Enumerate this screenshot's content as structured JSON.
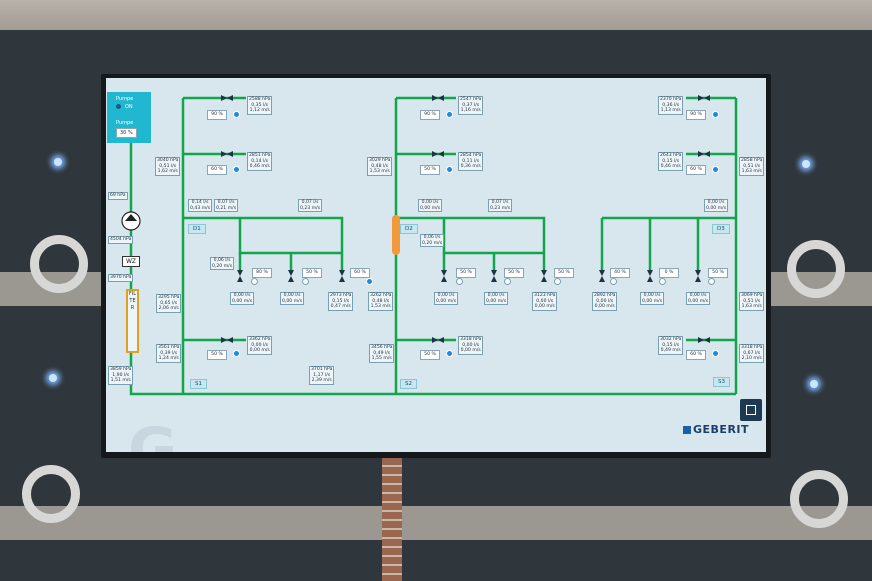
{
  "panel": {
    "pumpe_label": "Pumpe",
    "pumpe_state": "ON",
    "pumpe2_label": "Pumpe",
    "pumpe_pct": "30 %"
  },
  "left_readings": [
    "69 hPa",
    "4504 hPa",
    "3970 hPa"
  ],
  "wz_label": "WZ",
  "filter_label": "FILTER",
  "boxes": {
    "b1": [
      "2588 hPa",
      "0,35 l/s",
      "1,12 m/s"
    ],
    "b2": [
      "3040 hPa",
      "0,51 l/s",
      "1,62 m/s"
    ],
    "b3": [
      "2851 hPa",
      "0,14 l/s",
      "0,46 m/s"
    ],
    "b4": [
      "0,14 l/s",
      "0,43 m/s"
    ],
    "b5": [
      "0,07 l/s",
      "0,21 m/s"
    ],
    "b6": [
      "0,07 l/s",
      "0,23 m/s"
    ],
    "b7": [
      "0,06 l/s",
      "0,20 m/s"
    ],
    "b8": [
      "0,00 l/s",
      "0,00 m/s"
    ],
    "b9": [
      "0,00 l/s",
      "0,00 m/s"
    ],
    "b10": [
      "2973 hPa",
      "0,15 l/s",
      "0,47 m/s"
    ],
    "b11": [
      "3295 hPa",
      "0,65 l/s",
      "2,06 m/s"
    ],
    "b12": [
      "3262 hPa",
      "0,48 l/s",
      "1,53 m/s"
    ],
    "b13": [
      "3561 hPa",
      "0,39 l/s",
      "1,24 m/s"
    ],
    "b14": [
      "3362 hPa",
      "0,00 l/s",
      "0,00 m/s"
    ],
    "b15": [
      "3859 hPa",
      "1,90 l/s",
      "1,51 m/s"
    ],
    "b16": [
      "3701 hPa",
      "1,17 l/s",
      "2,39 m/s"
    ],
    "b17": [
      "3029 hPa",
      "0,48 l/s",
      "1,53 m/s"
    ],
    "b18": [
      "2547 hPa",
      "0,37 l/s",
      "1,16 m/s"
    ],
    "b19": [
      "2854 hPa",
      "0,11 l/s",
      "0,36 m/s"
    ],
    "b20": [
      "0,00 l/s",
      "0,00 m/s"
    ],
    "b21": [
      "0,07 l/s",
      "0,23 m/s"
    ],
    "b22": [
      "0,06 l/s",
      "0,20 m/s"
    ],
    "b23": [
      "0,00 l/s",
      "0,00 m/s"
    ],
    "b24": [
      "0,00 l/s",
      "0,00 m/s"
    ],
    "b25": [
      "3123 hPa",
      "0,00 l/s",
      "0,00 m/s"
    ],
    "b26": [
      "3456 hPa",
      "0,49 l/s",
      "1,55 m/s"
    ],
    "b27": [
      "3318 hPa",
      "0,00 l/s",
      "0,00 m/s"
    ],
    "b28": [
      "2370 hPa",
      "0,36 l/s",
      "1,13 m/s"
    ],
    "b29": [
      "2643 hPa",
      "0,15 l/s",
      "0,46 m/s"
    ],
    "b30": [
      "2858 hPa",
      "0,51 l/s",
      "1,63 m/s"
    ],
    "b31": [
      "0,00 l/s",
      "0,00 m/s"
    ],
    "b32": [
      "2892 hPa",
      "0,00 l/s",
      "0,00 m/s"
    ],
    "b33": [
      "0,00 l/s",
      "0,00 m/s"
    ],
    "b34": [
      "0,00 l/s",
      "0,00 m/s"
    ],
    "b35": [
      "3069 hPa",
      "0,51 l/s",
      "1,63 m/s"
    ],
    "b36": [
      "3032 hPa",
      "0,15 l/s",
      "0,49 m/s"
    ],
    "b37": [
      "3318 hPa",
      "0,67 l/s",
      "2,10 m/s"
    ]
  },
  "valves": {
    "v1": "90 %",
    "v2": "60 %",
    "v3": "80 %",
    "v4": "50 %",
    "v5": "60 %",
    "v6": "50 %",
    "v7": "90 %",
    "v8": "50 %",
    "v9": "50 %",
    "v10": "50 %",
    "v11": "50 %",
    "v12": "50 %",
    "v13": "90 %",
    "v14": "60 %",
    "v15": "40 %",
    "v16": "0 %",
    "v17": "50 %",
    "v18": "60 %"
  },
  "tags": {
    "d1": "D1",
    "d2": "D2",
    "d3": "D3",
    "s1": "S1",
    "s2": "S2",
    "s3": "S3"
  },
  "brand": "GEBERIT",
  "colors": {
    "pipe": "#12a54a",
    "screen_bg": "#d8e6ee",
    "panel": "#22b7d0",
    "filter": "#e0a021",
    "d2_bar": "#f29a3a"
  }
}
